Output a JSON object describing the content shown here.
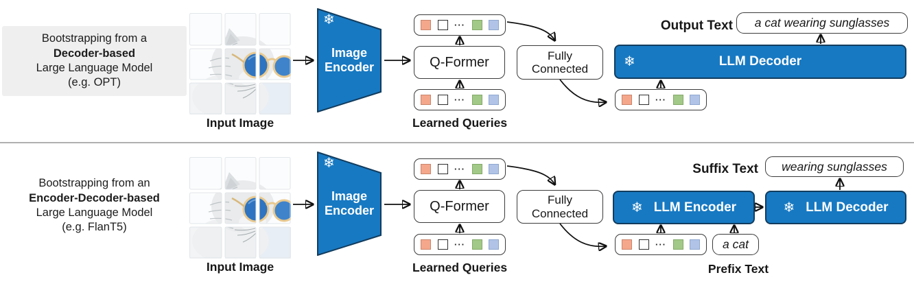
{
  "colors": {
    "blue": "#1779c2",
    "blue_dark": "#123c5e",
    "token_salmon": "#f5a78c",
    "token_green": "#a2c987",
    "token_blue": "#b1c4e7",
    "label_bg": "#efefef",
    "divider": "#b0b0b0"
  },
  "icons": {
    "snowflake": "❄"
  },
  "row1": {
    "caption_line1": "Bootstrapping from a",
    "caption_line2": "Decoder-based",
    "caption_line3": "Large Language Model",
    "caption_line4": "(e.g. OPT)",
    "input_image_label": "Input Image",
    "encoder_line1": "Image",
    "encoder_line2": "Encoder",
    "qformer_label": "Q-Former",
    "learned_queries_label": "Learned Queries",
    "fc_line1": "Fully",
    "fc_line2": "Connected",
    "llm_decoder_label": "LLM Decoder",
    "output_text_label": "Output Text",
    "output_text_value": "a cat wearing sunglasses",
    "dots": "···"
  },
  "row2": {
    "caption_line1": "Bootstrapping from an",
    "caption_line2": "Encoder-Decoder-based",
    "caption_line3": "Large Language Model",
    "caption_line4": "(e.g. FlanT5)",
    "input_image_label": "Input Image",
    "encoder_line1": "Image",
    "encoder_line2": "Encoder",
    "qformer_label": "Q-Former",
    "learned_queries_label": "Learned Queries",
    "fc_line1": "Fully",
    "fc_line2": "Connected",
    "llm_encoder_label": "LLM Encoder",
    "llm_decoder_label": "LLM Decoder",
    "suffix_text_label": "Suffix Text",
    "suffix_text_value": "wearing sunglasses",
    "prefix_text_label": "Prefix Text",
    "prefix_text_value": "a cat",
    "dots": "···"
  }
}
